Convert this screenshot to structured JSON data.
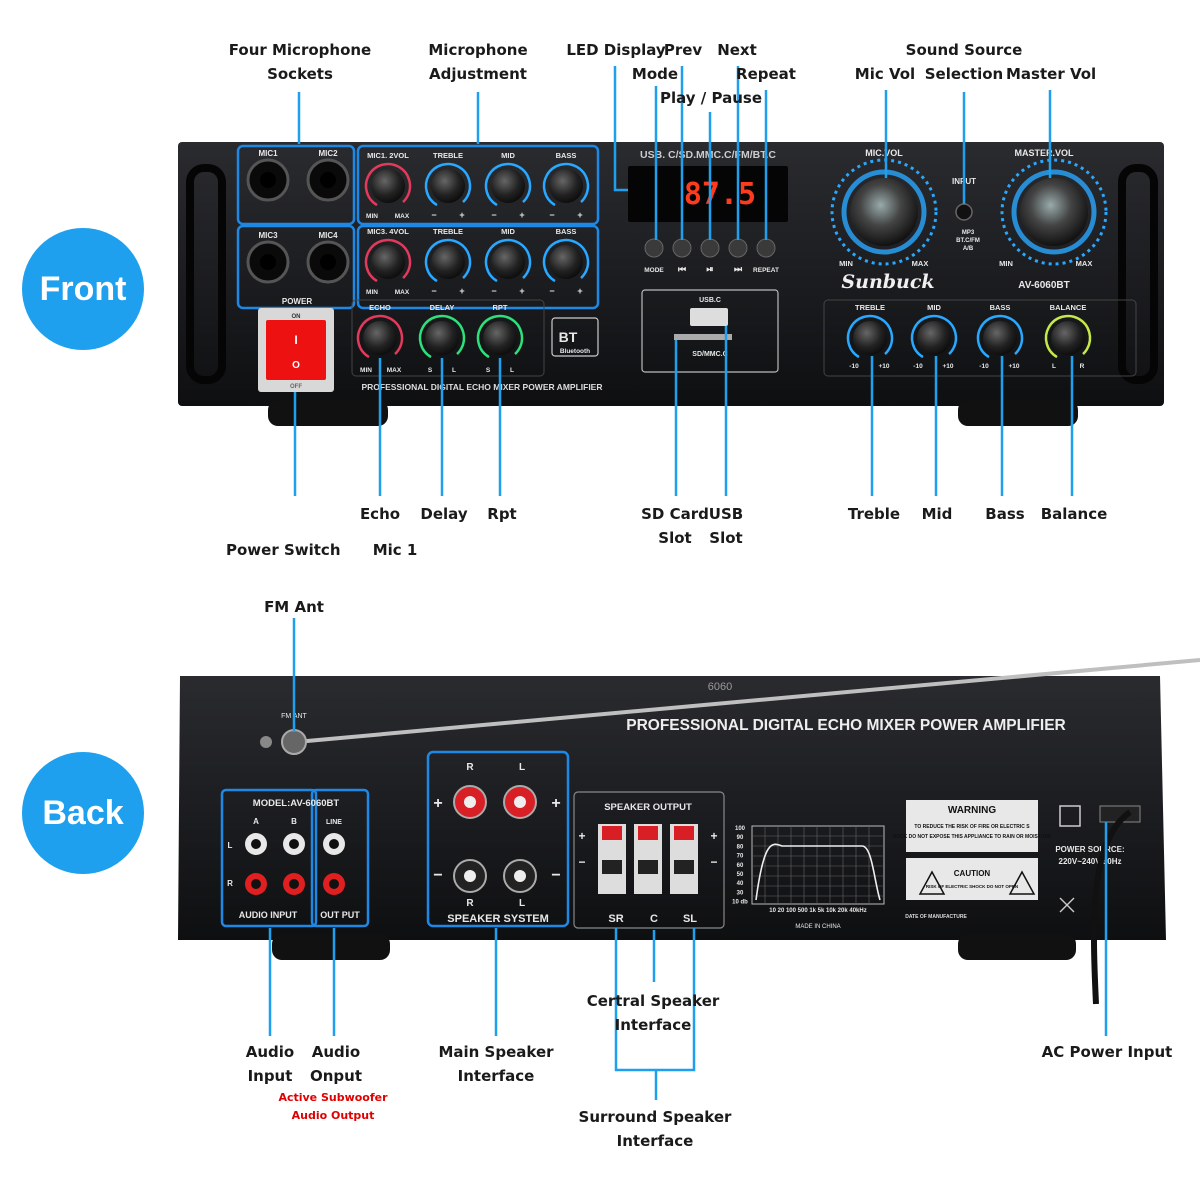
{
  "badges": {
    "front": "Front",
    "back": "Back"
  },
  "front_labels": {
    "four_mic_sockets": "Four Microphone\nSockets",
    "mic_adjustment": "Microphone\nAdjustment",
    "led_display": "LED Display",
    "prev": "Prev",
    "mode": "Mode",
    "next": "Next",
    "repeat": "Repeat",
    "play_pause": "Play / Pause",
    "sound_source": "Sound Source\nSelection",
    "mic_vol": "Mic Vol",
    "master_vol": "Master Vol",
    "echo": "Echo",
    "delay": "Delay",
    "rpt": "Rpt",
    "sd_card_slot": "SD Card\nSlot",
    "usb_slot": "USB\nSlot",
    "treble": "Treble",
    "mid": "Mid",
    "bass": "Bass",
    "balance": "Balance",
    "power_switch": "Power Switch",
    "mic1": "Mic 1"
  },
  "back_labels": {
    "fm_ant": "FM Ant",
    "audio_input": "Audio\nInput",
    "audio_output": "Audio\nOnput",
    "subwoofer_note": "Active Subwoofer\nAudio Output",
    "main_speaker": "Main Speaker\nInterface",
    "central_speaker": "Certral Speaker\nInterface",
    "surround_speaker": "Surround Speaker\nInterface",
    "ac_power": "AC Power Input"
  },
  "front_panel": {
    "mic_sockets": [
      "MIC1",
      "MIC2",
      "MIC3",
      "MIC4"
    ],
    "row1_knobs": [
      "MIC1. 2VOL",
      "TREBLE",
      "MID",
      "BASS"
    ],
    "row2_knobs": [
      "MIC3. 4VOL",
      "TREBLE",
      "MID",
      "BASS"
    ],
    "min": "MIN",
    "max": "MAX",
    "plus": "+",
    "minus": "−",
    "echo_knobs": [
      "ECHO",
      "DELAY",
      "RPT"
    ],
    "s": "S",
    "l": "L",
    "power": "POWER",
    "on": "ON",
    "off": "OFF",
    "source_strip": "USB. C/SD.MMC.C/FM/BT.C",
    "display_value": "87.5",
    "buttons": [
      "MODE",
      "⏮",
      "⏯",
      "⏭",
      "REPEAT"
    ],
    "bt_logo": "BT",
    "bluetooth": "Bluetooth",
    "usb_c": "USB.C",
    "sd_mmc": "SD/MMC.C",
    "mic_vol_knob": "MIC.VOL",
    "master_vol_knob": "MASTER.VOL",
    "input": "INPUT",
    "input_options": "MP3\nBT.C/FM\nA/B",
    "brand": "Sunbuck",
    "model": "AV-6060BT",
    "tone_knobs": [
      "TREBLE",
      "MID",
      "BASS",
      "BALANCE"
    ],
    "minus10": "-10",
    "plus10": "+10",
    "r": "R",
    "subtitle": "PROFESSIONAL DIGITAL ECHO MIXER POWER AMPLIFIER"
  },
  "back_panel": {
    "top_code": "6060",
    "title": "PROFESSIONAL DIGITAL ECHO MIXER POWER AMPLIFIER",
    "fm_ant": "FM ANT",
    "model": "MODEL:AV-6060BT",
    "a": "A",
    "b": "B",
    "line": "LINE",
    "l": "L",
    "r": "R",
    "audio_input": "AUDIO INPUT",
    "output": "OUT PUT",
    "plus": "+",
    "minus": "−",
    "speaker_system": "SPEAKER SYSTEM",
    "speaker_output": "SPEAKER OUTPUT",
    "sr": "SR",
    "c": "C",
    "sl": "SL",
    "db_scale": [
      "100",
      "90",
      "80",
      "70",
      "60",
      "50",
      "40",
      "30",
      "10 db"
    ],
    "freq_scale": "10 20 100 500 1k 5k 10k 20k 40kHz",
    "made_in_china": "MADE IN CHINA",
    "warning": "WARNING",
    "warning_text": "TO REDUCE THE RISK OF FIRE OR ELECTRIC SHOCK DO NOT EXPOSE THIS APPLIANCE TO RAIN OR MOISTURE",
    "caution": "CAUTION",
    "caution_text": "RISK OF ELECTRIC SHOCK DO NOT OPEN",
    "date": "DATE OF MANUFACTURE",
    "power_source": "POWER SOURCE:",
    "voltage": "220V~240V 50Hz"
  },
  "colors": {
    "callout_line": "#1ea0ee",
    "badge": "#1ea0ee",
    "chassis": "#17181b",
    "highlight_box": "#1e88e5",
    "knob_blue": "#29a8ff",
    "led_red": "#ff3b1f"
  }
}
